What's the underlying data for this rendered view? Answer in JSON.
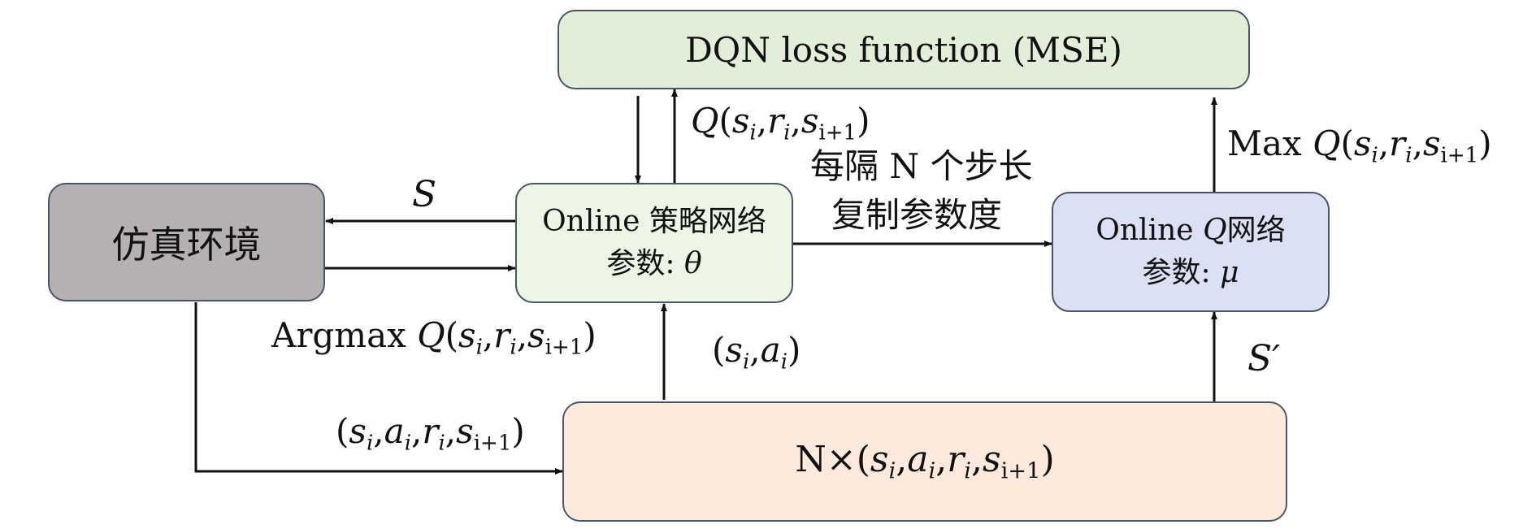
{
  "nodes": {
    "loss": {
      "label": "DQN loss function (MSE)",
      "fill": "#e3eed9"
    },
    "sim": {
      "label": "仿真环境",
      "fill": "#b5b0b4"
    },
    "policy": {
      "line1_prefix": "Online ",
      "line1_suffix": "策略网络",
      "line2_prefix": "参数: ",
      "line2_symbol": "θ",
      "fill": "#edf5e4"
    },
    "qnet": {
      "line1_prefix": "Online ",
      "line1_symbol": "Q",
      "line1_suffix": "网络",
      "line2_prefix": "参数: ",
      "line2_symbol": "μ",
      "fill": "#dbe0f5"
    },
    "buffer": {
      "prefix": "N×(",
      "s": "s",
      "a": "a",
      "r": "r",
      "s_next": "s",
      "idx": "i",
      "idx_next": "i+1",
      "suffix": ")",
      "fill": "#fdeadc"
    }
  },
  "edge_labels": {
    "q_policy": {
      "q": "Q",
      "open": "(",
      "s": "s",
      "r": "r",
      "s_next": "s",
      "idx": "i",
      "idx_next": "i+1",
      "close": ")"
    },
    "copy_line1": "每隔 N 个步长",
    "copy_line2": "复制参数度",
    "max_q": {
      "prefix": "Max ",
      "q": "Q",
      "open": "(",
      "s": "s",
      "r": "r",
      "s_next": "s",
      "idx": "i",
      "idx_next": "i+1",
      "close": ")"
    },
    "state": "S",
    "argmax_q": {
      "prefix": "Argmax ",
      "q": "Q",
      "open": "(",
      "s": "s",
      "r": "r",
      "s_next": "s",
      "idx": "i",
      "idx_next": "i+1",
      "close": ")"
    },
    "sa": {
      "open": "(",
      "s": "s",
      "a": "a",
      "idx": "i",
      "close": ")"
    },
    "next_state": "S′",
    "transition": {
      "open": "(",
      "s": "s",
      "a": "a",
      "r": "r",
      "s_next": "s",
      "idx": "i",
      "idx_next": "i+1",
      "close": ")"
    }
  },
  "colors": {
    "edge": "#111111",
    "border": "#4a5668"
  }
}
